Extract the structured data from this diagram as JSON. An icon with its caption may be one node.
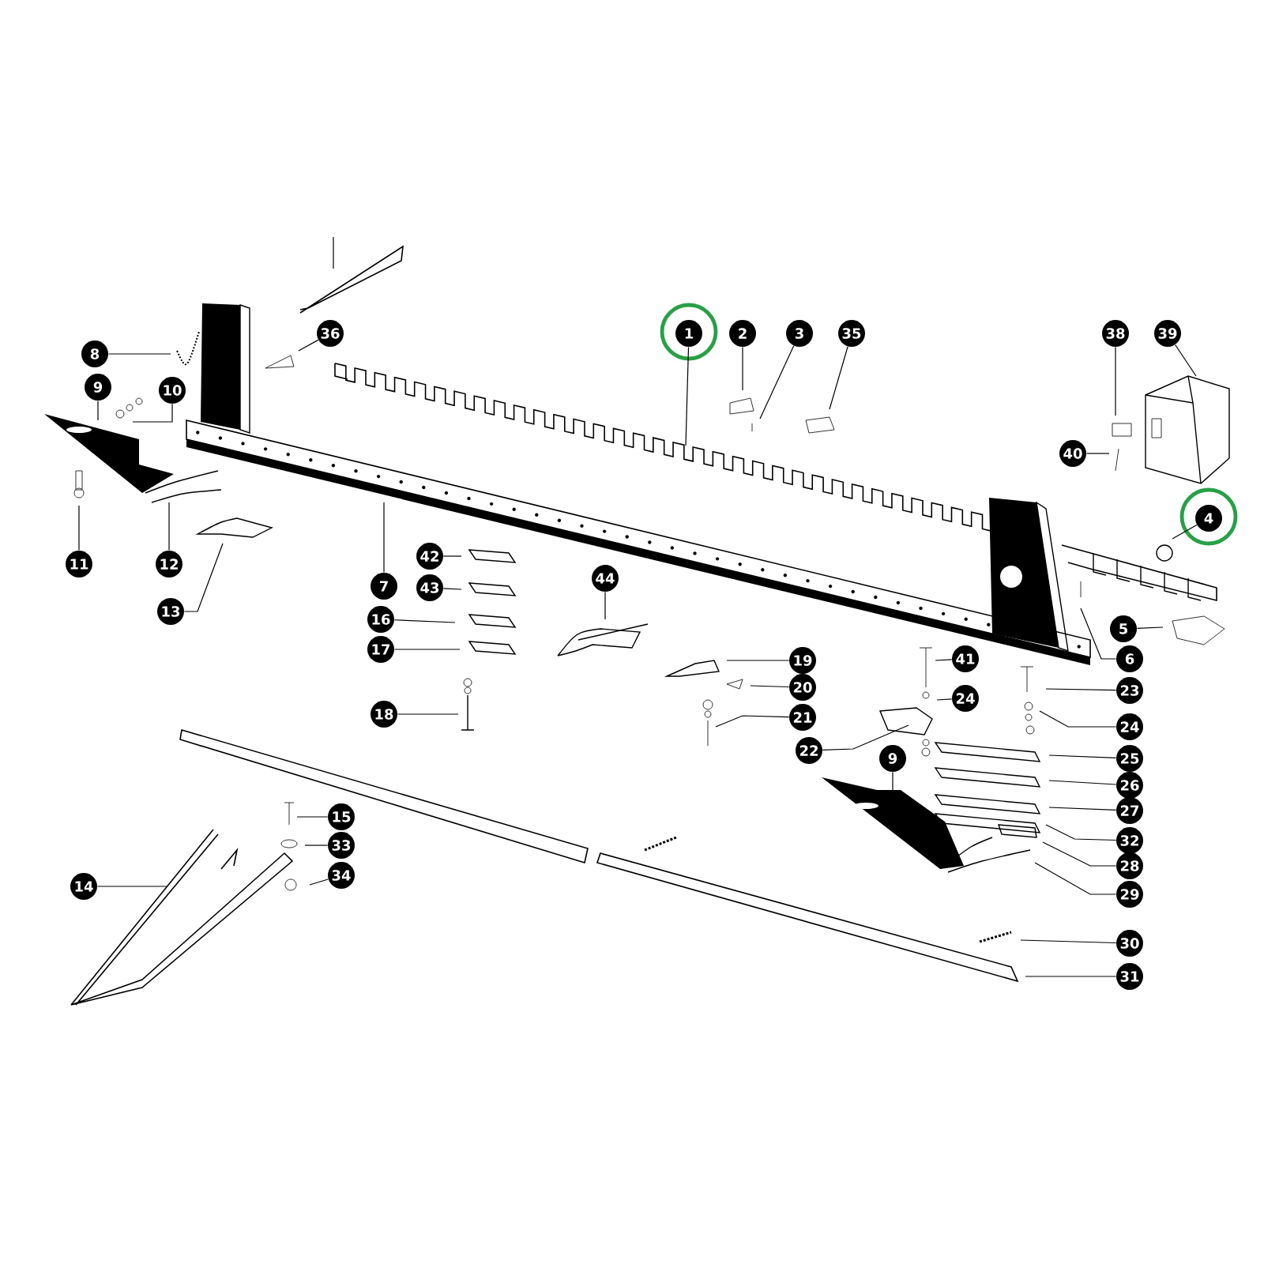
{
  "diagram": {
    "nodes": [
      {
        "text": [
          "36"
        ]
      },
      {
        "text": [
          "1"
        ]
      },
      {
        "text": [
          "2"
        ]
      },
      {
        "text": [
          "3"
        ]
      },
      {
        "text": [
          "35"
        ]
      },
      {
        "text": [
          "38"
        ]
      },
      {
        "text": [
          "39"
        ]
      },
      {
        "text": [
          "8"
        ]
      },
      {
        "text": [
          "9"
        ]
      },
      {
        "text": [
          "10"
        ]
      },
      {
        "text": [
          "40"
        ]
      },
      {
        "text": [
          "4"
        ]
      },
      {
        "text": [
          "11"
        ]
      },
      {
        "text": [
          "12"
        ]
      },
      {
        "text": [
          "7"
        ]
      },
      {
        "text": [
          "42"
        ]
      },
      {
        "text": [
          "13"
        ]
      },
      {
        "text": [
          "44"
        ]
      },
      {
        "text": [
          "43"
        ]
      },
      {
        "text": [
          "16"
        ]
      },
      {
        "text": [
          "5"
        ]
      },
      {
        "text": [
          "17"
        ]
      },
      {
        "text": [
          "6"
        ]
      },
      {
        "text": [
          "19"
        ]
      },
      {
        "text": [
          "41"
        ]
      },
      {
        "text": [
          "23"
        ]
      },
      {
        "text": [
          "20"
        ]
      },
      {
        "text": [
          "24"
        ]
      },
      {
        "text": [
          "24"
        ]
      },
      {
        "text": [
          "18"
        ]
      },
      {
        "text": [
          "21"
        ]
      },
      {
        "text": [
          "25"
        ]
      },
      {
        "text": [
          "22"
        ]
      },
      {
        "text": [
          "9"
        ]
      },
      {
        "text": [
          "26"
        ]
      },
      {
        "text": [
          "27"
        ]
      },
      {
        "text": [
          "15"
        ]
      },
      {
        "text": [
          "32"
        ]
      },
      {
        "text": [
          "33"
        ]
      },
      {
        "text": [
          "28"
        ]
      },
      {
        "text": [
          "34"
        ]
      },
      {
        "text": [
          "14"
        ]
      },
      {
        "text": [
          "29"
        ]
      },
      {
        "text": [
          "30"
        ]
      },
      {
        "text": [
          "31"
        ]
      }
    ],
    "edges": [
      {
        "from": 0,
        "to": null,
        "arrow": "none"
      },
      {
        "from": 1,
        "to": null,
        "arrow": "none"
      },
      {
        "from": 2,
        "to": null,
        "arrow": "none"
      },
      {
        "from": 3,
        "to": null,
        "arrow": "none"
      },
      {
        "from": 4,
        "to": null,
        "arrow": "none"
      },
      {
        "from": 5,
        "to": null,
        "arrow": "none"
      },
      {
        "from": 6,
        "to": null,
        "arrow": "none"
      },
      {
        "from": 7,
        "to": null,
        "arrow": "none"
      },
      {
        "from": 8,
        "to": null,
        "arrow": "none"
      },
      {
        "from": 9,
        "to": null,
        "arrow": "none"
      },
      {
        "from": 10,
        "to": null,
        "arrow": "none"
      },
      {
        "from": 11,
        "to": null,
        "arrow": "none"
      },
      {
        "from": 12,
        "to": null,
        "arrow": "none"
      },
      {
        "from": 13,
        "to": null,
        "arrow": "none"
      },
      {
        "from": 14,
        "to": null,
        "arrow": "none"
      },
      {
        "from": 15,
        "to": null,
        "arrow": "none"
      },
      {
        "from": 16,
        "to": null,
        "arrow": "none"
      },
      {
        "from": 17,
        "to": null,
        "arrow": "none"
      },
      {
        "from": 18,
        "to": null,
        "arrow": "none"
      },
      {
        "from": 19,
        "to": null,
        "arrow": "none"
      },
      {
        "from": 20,
        "to": null,
        "arrow": "none"
      },
      {
        "from": 21,
        "to": null,
        "arrow": "none"
      },
      {
        "from": 22,
        "to": null,
        "arrow": "none"
      },
      {
        "from": 23,
        "to": null,
        "arrow": "none"
      },
      {
        "from": 24,
        "to": null,
        "arrow": "none"
      },
      {
        "from": 25,
        "to": null,
        "arrow": "none"
      },
      {
        "from": 26,
        "to": null,
        "arrow": "none"
      },
      {
        "from": 27,
        "to": null,
        "arrow": "none"
      },
      {
        "from": 28,
        "to": null,
        "arrow": "none"
      },
      {
        "from": 29,
        "to": null,
        "arrow": "none"
      },
      {
        "from": 30,
        "to": null,
        "arrow": "none"
      },
      {
        "from": 31,
        "to": null,
        "arrow": "none"
      },
      {
        "from": 32,
        "to": null,
        "arrow": "none"
      },
      {
        "from": 33,
        "to": null,
        "arrow": "none"
      },
      {
        "from": 34,
        "to": null,
        "arrow": "none"
      },
      {
        "from": 35,
        "to": null,
        "arrow": "none"
      },
      {
        "from": 36,
        "to": null,
        "arrow": "none"
      },
      {
        "from": 37,
        "to": null,
        "arrow": "none"
      },
      {
        "from": 38,
        "to": null,
        "arrow": "none"
      },
      {
        "from": 39,
        "to": null,
        "arrow": "none"
      },
      {
        "from": 40,
        "to": null,
        "arrow": "none"
      },
      {
        "from": 41,
        "to": null,
        "arrow": "none"
      },
      {
        "from": 42,
        "to": null,
        "arrow": "none"
      },
      {
        "from": 43,
        "to": null,
        "arrow": "none"
      },
      {
        "from": 44,
        "to": null,
        "arrow": "none"
      }
    ]
  }
}
